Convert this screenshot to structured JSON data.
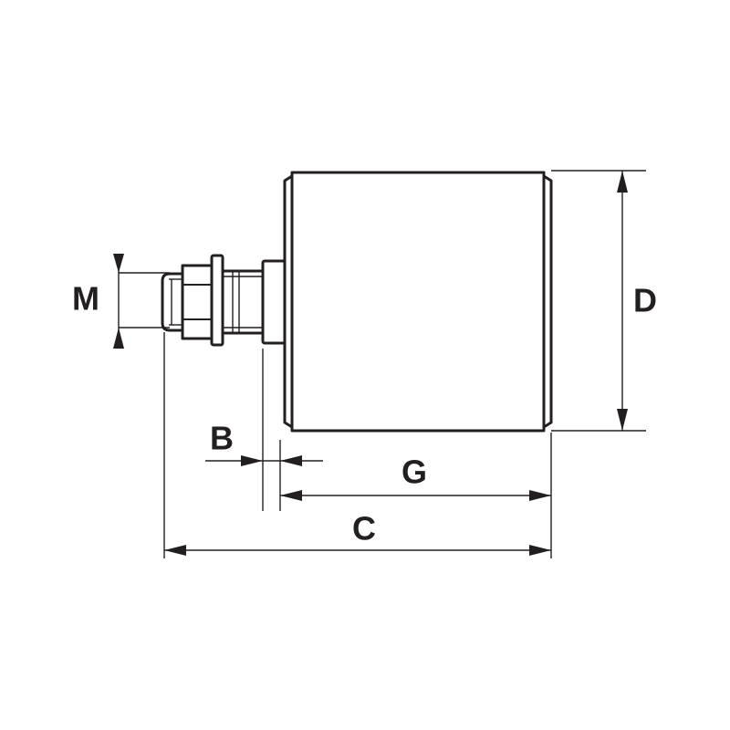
{
  "labels": {
    "m": "M",
    "b": "B",
    "g": "G",
    "c": "C",
    "d": "D"
  },
  "colors": {
    "line": "#231f20",
    "background": "#ffffff"
  }
}
